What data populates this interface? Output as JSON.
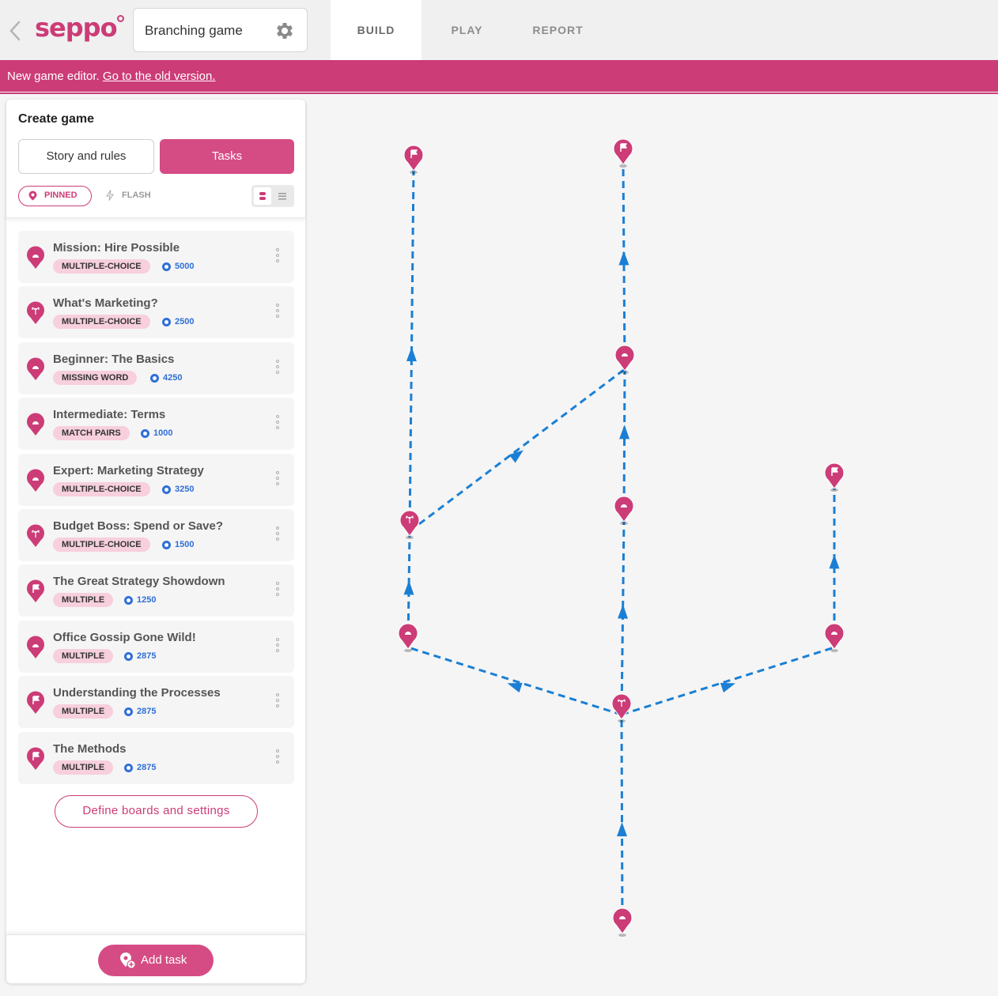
{
  "header": {
    "logo_text": "seppo",
    "game_name": "Branching game",
    "tabs": [
      "BUILD",
      "PLAY",
      "REPORT"
    ],
    "active_tab": "BUILD"
  },
  "banner": {
    "text": "New game editor. ",
    "link": "Go to the old version."
  },
  "panel": {
    "title": "Create game",
    "segments": [
      "Story and rules",
      "Tasks"
    ],
    "active_segment": "Tasks",
    "filters": {
      "pinned": "PINNED",
      "flash": "FLASH"
    },
    "define_button": "Define boards and settings",
    "add_task_button": "Add task"
  },
  "tasks": [
    {
      "name": "Mission: Hire Possible",
      "type": "MULTIPLE-CHOICE",
      "points": "5000",
      "icon": "pin-icon"
    },
    {
      "name": "What's Marketing?",
      "type": "MULTIPLE-CHOICE",
      "points": "2500",
      "icon": "branch-icon"
    },
    {
      "name": "Beginner: The Basics",
      "type": "MISSING WORD",
      "points": "4250",
      "icon": "pin-icon"
    },
    {
      "name": "Intermediate: Terms",
      "type": "MATCH PAIRS",
      "points": "1000",
      "icon": "pin-icon"
    },
    {
      "name": "Expert: Marketing Strategy",
      "type": "MULTIPLE-CHOICE",
      "points": "3250",
      "icon": "pin-icon"
    },
    {
      "name": "Budget Boss: Spend or Save?",
      "type": "MULTIPLE-CHOICE",
      "points": "1500",
      "icon": "branch-icon"
    },
    {
      "name": "The Great Strategy Showdown",
      "type": "MULTIPLE",
      "points": "1250",
      "icon": "flag-icon"
    },
    {
      "name": "Office Gossip Gone Wild!",
      "type": "MULTIPLE",
      "points": "2875",
      "icon": "pin-icon"
    },
    {
      "name": "Understanding the Processes",
      "type": "MULTIPLE",
      "points": "2875",
      "icon": "flag-icon"
    },
    {
      "name": "The Methods",
      "type": "MULTIPLE",
      "points": "2875",
      "icon": "flag-icon"
    }
  ],
  "colors": {
    "brand": "#cc3c77",
    "brand_button": "#d54c84",
    "badge_bg": "#f7cfdd",
    "points": "#2f6fd6",
    "path": "#1a7fd4"
  }
}
